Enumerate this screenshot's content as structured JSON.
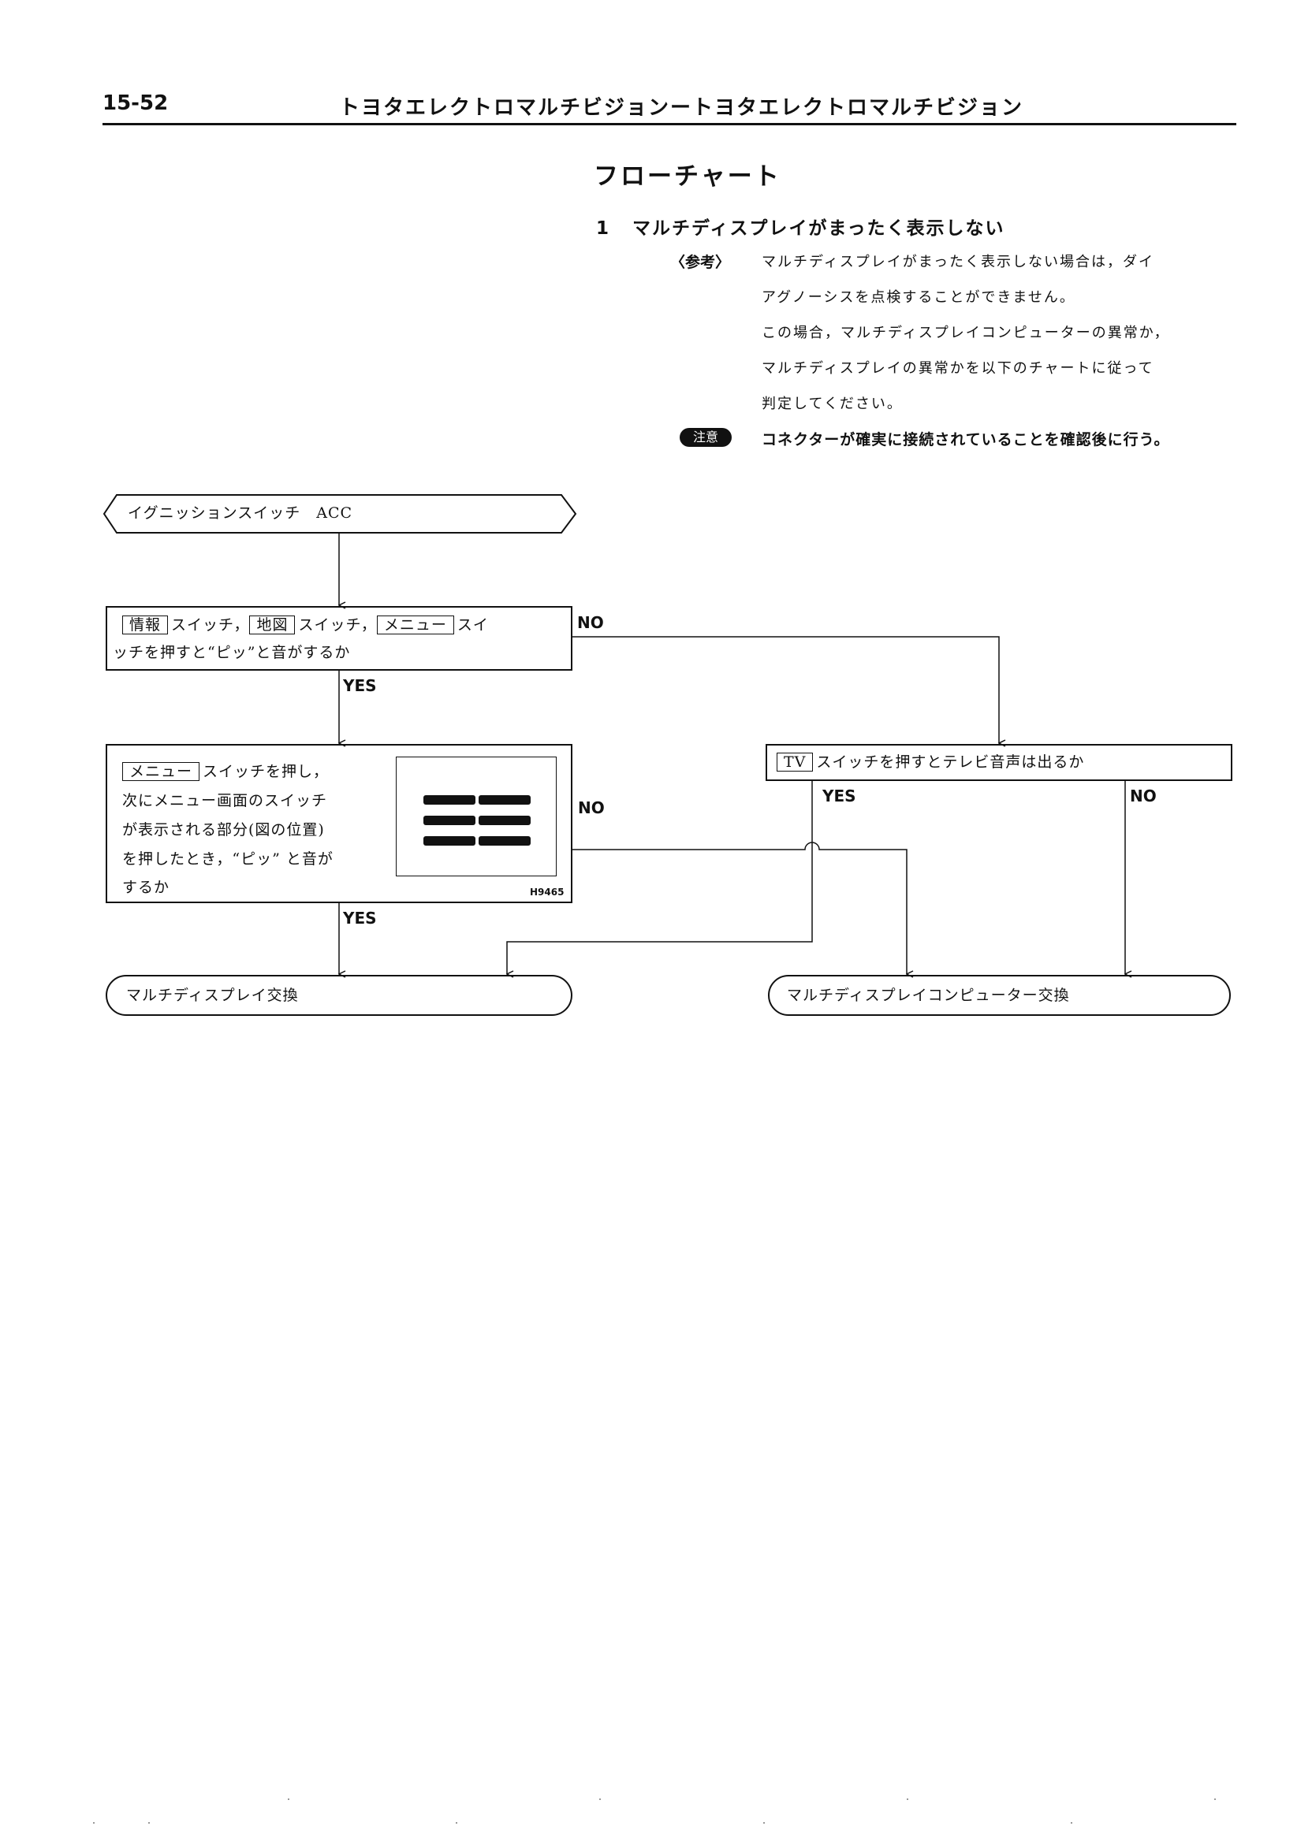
{
  "header": {
    "page_number": "15-52",
    "title": "トヨタエレクトロマルチビジョンートヨタエレクトロマルチビジョン"
  },
  "section": {
    "title": "フローチャート",
    "item_number": "1",
    "item_title": "マルチディスプレイがまったく表示しない"
  },
  "reference": {
    "label": "〈参考〉",
    "lines": [
      "マルチディスプレイがまったく表示しない場合は，ダイ",
      "アグノーシスを点検することができません。",
      "この場合，マルチディスプレイコンピューターの異常か，",
      "マルチディスプレイの異常かを以下のチャートに従って",
      "判定してください。"
    ]
  },
  "caution": {
    "badge": "注意",
    "text": "コネクターが確実に接続されていることを確認後に行う。"
  },
  "flowchart": {
    "start": "イグニッションスイッチ　ACC",
    "q1": {
      "sw_info": "情報",
      "t1": "スイッチ，",
      "sw_map": "地図",
      "t2": "スイッチ，",
      "sw_menu": "メニュー",
      "t3": "スイ",
      "line2": "ッチを押すと“ピッ”と音がするか"
    },
    "q2": {
      "sw_menu": "メニュー",
      "t1": "スイッチを押し，",
      "line2": "次にメニュー画面のスイッチ",
      "line3": "が表示される部分(図の位置)",
      "line4": "を押したとき，“ピッ” と音が",
      "line5": "するか",
      "figure_code": "H9465"
    },
    "q3": {
      "sw_tv": "TV",
      "t1": "スイッチを押すとテレビ音声は出るか"
    },
    "end_display": "マルチディスプレイ交換",
    "end_computer": "マルチディスプレイコンピューター交換",
    "labels": {
      "q1_no": "NO",
      "q1_yes": "YES",
      "q2_no": "NO",
      "q2_yes": "YES",
      "q3_yes": "YES",
      "q3_no": "NO"
    }
  }
}
